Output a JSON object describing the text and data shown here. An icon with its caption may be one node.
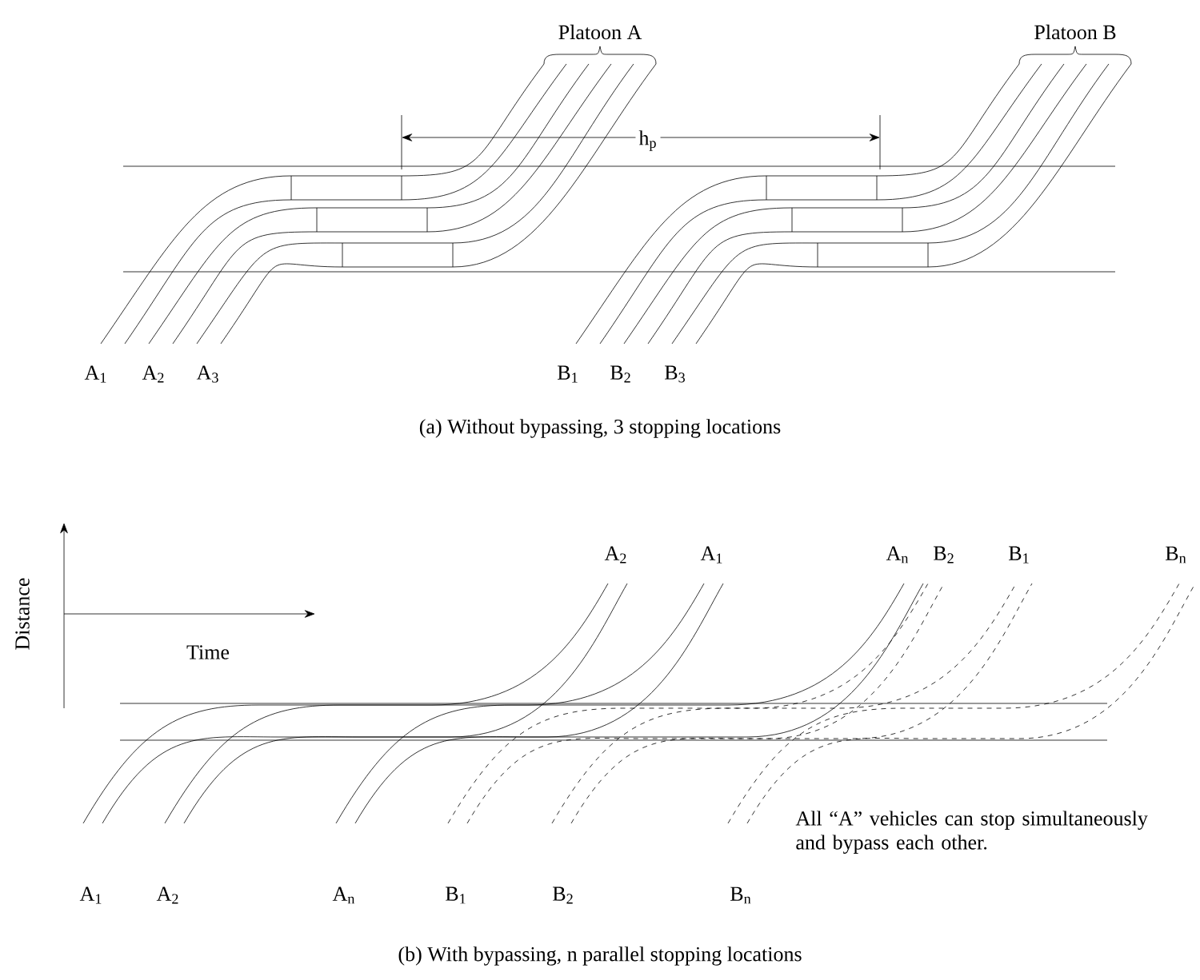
{
  "diagram": {
    "labels": [
      "Platoon A",
      "h$_{p}$",
      "Platoon B",
      "A$_{1}$",
      "A$_{2}$",
      "A$_{3}$",
      "B$_{1}$",
      "B$_{2}$",
      "B$_{3}$",
      "(a) Without bypassing, 3 stopping locations",
      "Distance",
      "Time",
      "A$_{2}$",
      "A$_{1}$",
      "A$_{n}$",
      "B$_{2}$",
      "B$_{1}$",
      "B$_{n}$",
      "A$_{1}$",
      "A$_{2}$",
      "A$_{n}$",
      "B$_{1}$",
      "B$_{2}$",
      "B$_{n}$",
      "All “A” vehicles can stop simultaneously and bypass each other.",
      "(b) With bypassing, n parallel stopping locations"
    ]
  }
}
